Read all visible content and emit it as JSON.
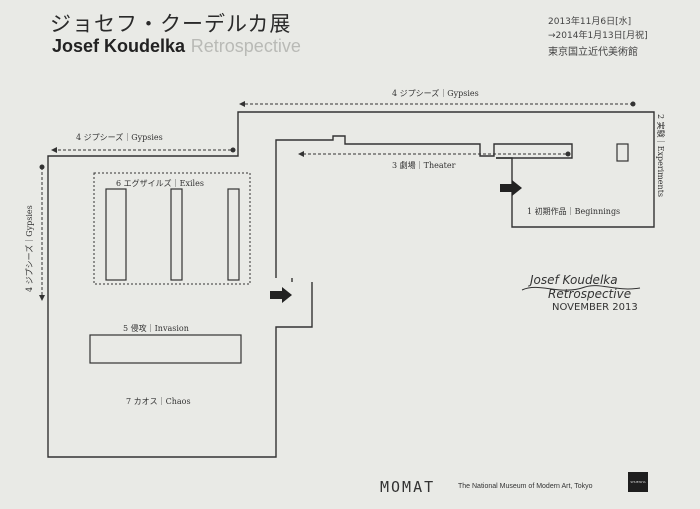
{
  "header": {
    "title_jp": "ジョセフ・クーデルカ展",
    "title_en_bold": "Josef Koudelka",
    "title_en_light": "Retrospective",
    "date_start": "2013年11月6日[水]",
    "date_end": "→2014年1月13日[月祝]",
    "venue_jp": "東京国立近代美術館"
  },
  "rooms": [
    {
      "label": "1 初期作品｜Beginnings"
    },
    {
      "label": "2 実験｜Experiments"
    },
    {
      "label": "3 劇場｜Theater"
    },
    {
      "label": "4 ジプシーズ｜Gypsies"
    },
    {
      "label": "4 ジプシーズ｜Gypsies"
    },
    {
      "label": "4 ジプシーズ｜Gypsies"
    },
    {
      "label": "5 侵攻｜Invasion"
    },
    {
      "label": "6 エグザイルズ｜Exiles"
    },
    {
      "label": "7 カオス｜Chaos"
    }
  ],
  "signature": {
    "line1": "Josef Koudelka",
    "line2": "Retrospective",
    "line3": "NOVEMBER 2013"
  },
  "footer": {
    "logo": "MOMAT",
    "museum_name": "The National Museum of Modern Art, Tokyo",
    "badge": "SHUEISHA"
  }
}
